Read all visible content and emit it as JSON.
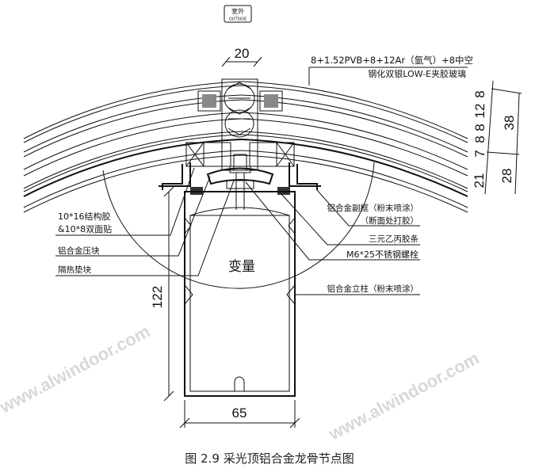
{
  "orientation_tag": {
    "cn": "室外",
    "en": "OUTSIDE"
  },
  "glass_spec": {
    "line1": "8+1.52PVB+8+12Ar（氩气）+8中空",
    "line2": "钢化双银LOW-E夹胶玻璃"
  },
  "labels_right": [
    "铝合金副框（粉末喷涂）",
    "（断面处打胶）",
    "三元乙丙胶条",
    "M6*25不锈钢螺栓",
    "铝合金立柱（粉末喷涂）"
  ],
  "labels_left": [
    "10*16结构胶",
    "&10*8双面贴",
    "铝合金压块",
    "隔热垫块"
  ],
  "center_label": "变量",
  "dimensions": {
    "joint_width": "20",
    "mullion_depth": "122",
    "mullion_width": "65",
    "stack": [
      "8",
      "12",
      "8",
      "8",
      "7",
      "21"
    ],
    "total_upper": "38",
    "total_lower": "28"
  },
  "watermark": "www.alwindoor.com",
  "caption": "图 2.9   采光顶铝合金龙骨节点图"
}
